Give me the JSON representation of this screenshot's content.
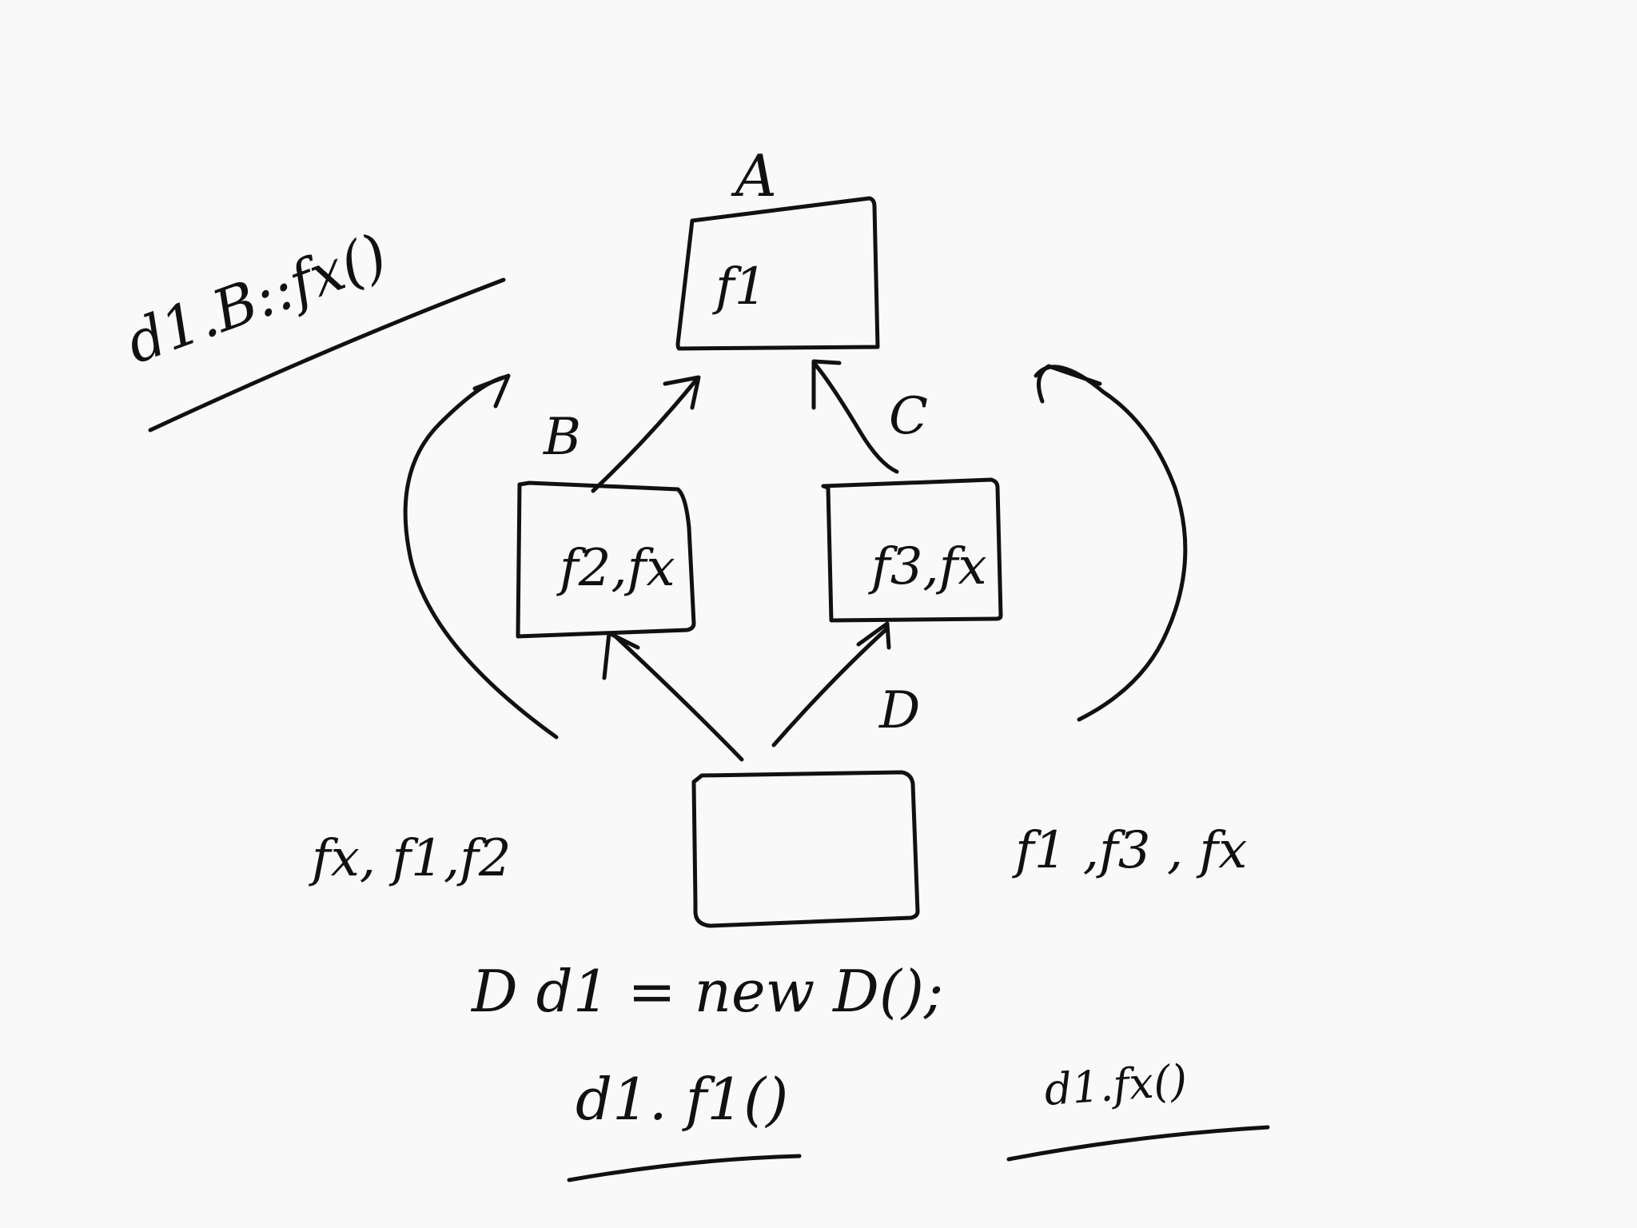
{
  "diagram": {
    "ink_color": "#111111",
    "background_color": "#f9f9f9",
    "classes": {
      "A": {
        "label": "A",
        "members": "f1"
      },
      "B": {
        "label": "B",
        "members": "f2,fx"
      },
      "C": {
        "label": "C",
        "members": "f3,fx"
      },
      "D": {
        "label": "D",
        "members": ""
      }
    },
    "notes": {
      "left_inherited": "fx, f1,f2",
      "right_inherited": "f1 ,f3 , fx",
      "top_left_call": "d1.B::fx()",
      "declaration": "D d1 = new D();",
      "bottom_left_call": "d1. f1()",
      "bottom_right_call": "d1.fx()"
    }
  }
}
